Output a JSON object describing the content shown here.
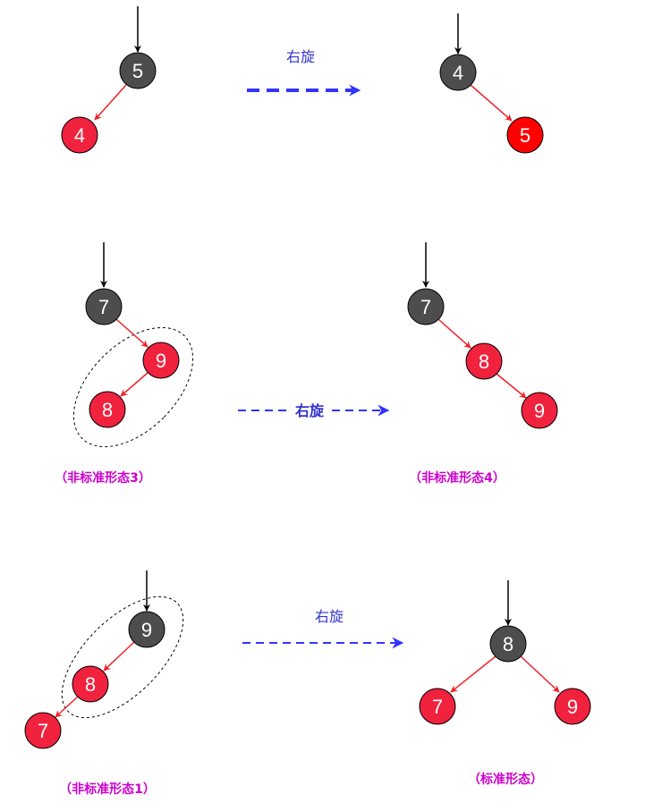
{
  "colors": {
    "black_node": "#4d4d4d",
    "red_node": "#f0223e",
    "red_node_bright": "#ff0000",
    "red_edge": "#f0222a",
    "rotate_arrow": "#3333ff",
    "rotate_text": "#3333cc",
    "caption": "#cc00cc"
  },
  "panels": [
    {
      "before": {
        "root": "5",
        "left": "4"
      },
      "operation": "右旋",
      "after": {
        "root": "4",
        "right": "5"
      }
    },
    {
      "before": {
        "root": "7",
        "right": "9",
        "right_left": "8"
      },
      "before_caption": "（非标准形态3）",
      "operation": "右旋",
      "after": {
        "root": "7",
        "right": "8",
        "right_right": "9"
      },
      "after_caption": "（非标准形态4）"
    },
    {
      "before": {
        "root": "9",
        "left": "8",
        "left_left": "7"
      },
      "before_caption": "（非标准形态1）",
      "operation": "右旋",
      "after": {
        "root": "8",
        "left": "7",
        "right": "9"
      },
      "after_caption": "（标准形态）"
    }
  ]
}
